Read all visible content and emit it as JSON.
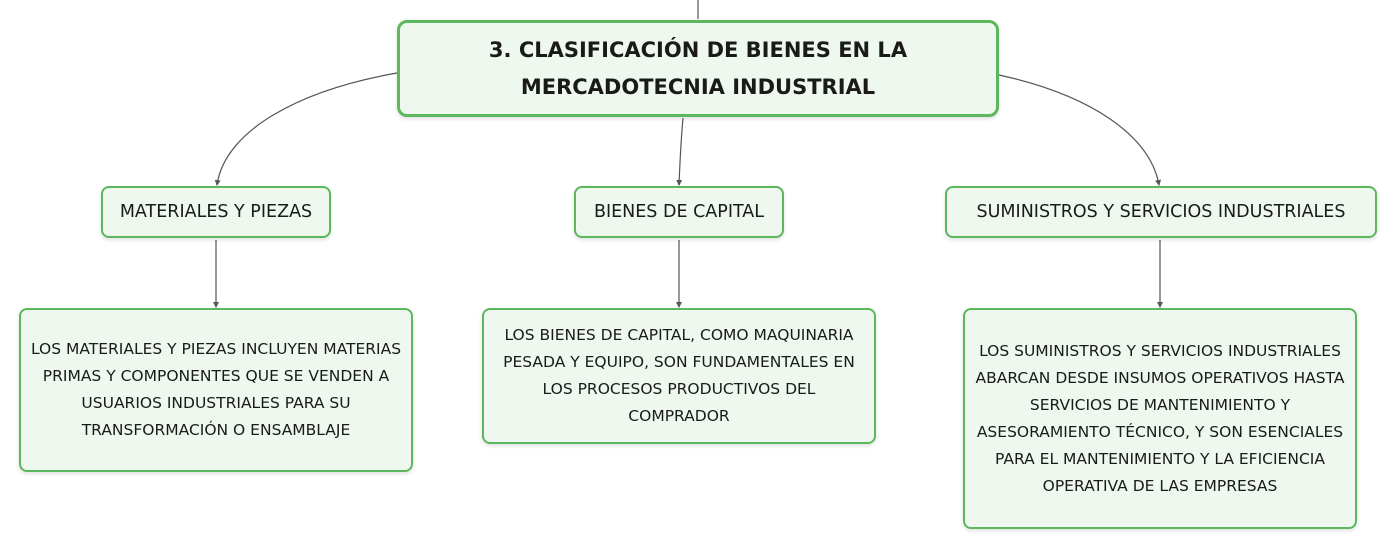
{
  "root": {
    "title": "3. CLASIFICACIÓN DE BIENES EN LA MERCADOTECNIA INDUSTRIAL"
  },
  "categories": [
    {
      "label": "MATERIALES Y PIEZAS",
      "description": "LOS MATERIALES Y PIEZAS INCLUYEN MATERIAS PRIMAS Y COMPONENTES QUE SE VENDEN A USUARIOS INDUSTRIALES PARA SU TRANSFORMACIÓN O ENSAMBLAJE"
    },
    {
      "label": "BIENES DE CAPITAL",
      "description": "LOS BIENES DE CAPITAL, COMO MAQUINARIA PESADA Y EQUIPO, SON FUNDAMENTALES EN LOS PROCESOS PRODUCTIVOS DEL COMPRADOR"
    },
    {
      "label": "SUMINISTROS Y SERVICIOS INDUSTRIALES",
      "description": "LOS SUMINISTROS Y SERVICIOS INDUSTRIALES ABARCAN DESDE INSUMOS OPERATIVOS HASTA SERVICIOS DE MANTENIMIENTO Y ASESORAMIENTO TÉCNICO, Y SON ESENCIALES PARA EL MANTENIMIENTO Y LA EFICIENCIA OPERATIVA DE LAS EMPRESAS"
    }
  ],
  "colors": {
    "node_border": "#5cb85c",
    "node_fill": "#eef8ee",
    "connector": "#555555"
  }
}
